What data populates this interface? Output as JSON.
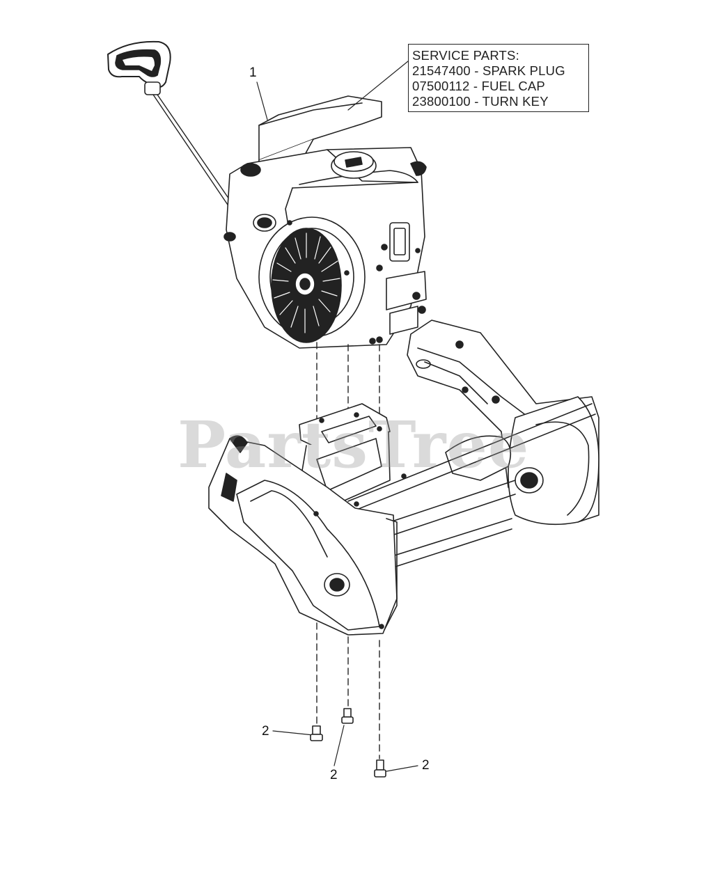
{
  "service_parts": {
    "heading": "SERVICE PARTS:",
    "items": [
      "21547400 - SPARK PLUG",
      "07500112 - FUEL CAP",
      "23800100 - TURN KEY"
    ]
  },
  "callouts": {
    "engine": "1",
    "bolt_left": "2",
    "bolt_middle": "2",
    "bolt_right": "2"
  },
  "watermark": "PartsTree",
  "colors": {
    "line": "#222222",
    "watermark": "#969696"
  }
}
